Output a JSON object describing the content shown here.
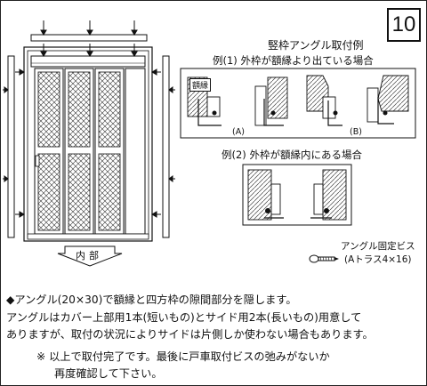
{
  "page_number": "10",
  "figure": {
    "title": "竪枠アングル取付例",
    "example1_label": "例(1) 外枠が額縁より出ている場合",
    "example2_label": "例(2) 外枠が額縁内にある場合",
    "case_a": "(A)",
    "case_b": "(B)",
    "frame_tag": "額縁",
    "inside_label": "内部",
    "screw_label_line1": "アングル固定ビス",
    "screw_label_line2": "(Aトラス4×16)"
  },
  "instructions": {
    "bullet_line": "◆アングル(20×30)で額縁と四方枠の隙間部分を隠します。",
    "body_line1": "アングルはカバー上部用1本(短いもの)とサイド用2本(長いもの)用意して",
    "body_line2": "ありますが、取付の状況によりサイドは片側しか使わない場合もあります。",
    "note_line1": "※ 以上で取付完了です。最後に戸車取付ビスの弛みがないか",
    "note_line2": "再度確認して下さい。"
  }
}
